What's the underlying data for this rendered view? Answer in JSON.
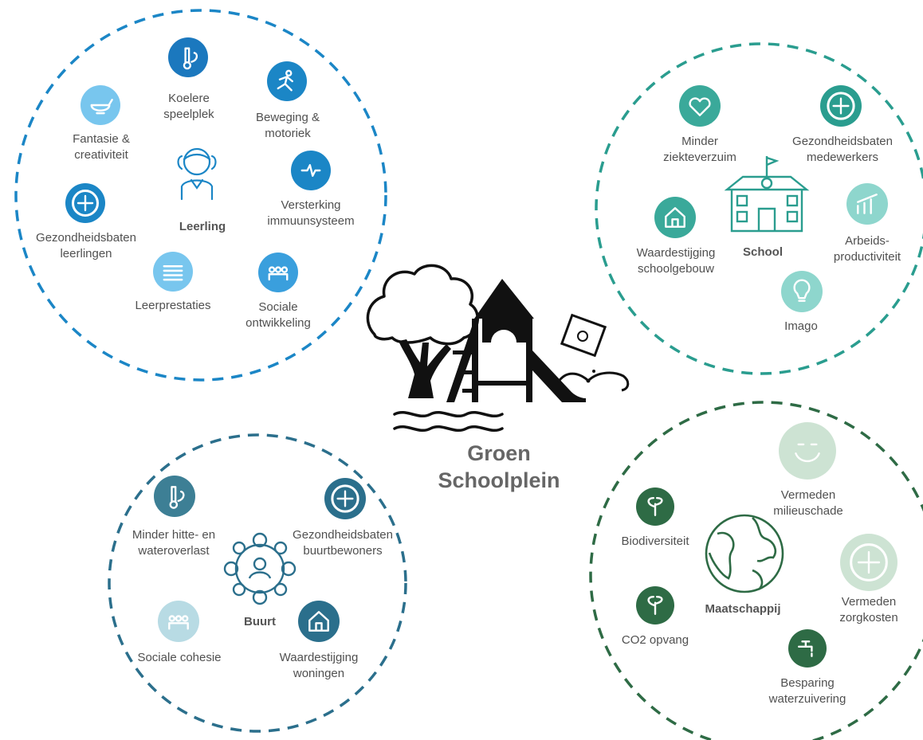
{
  "title": [
    "Groen",
    "Schoolplein"
  ],
  "groups": {
    "leerling": {
      "hub": "Leerling",
      "color": "#1b86c6",
      "items": {
        "koelere": [
          "Koelere",
          "speelplek"
        ],
        "beweging": [
          "Beweging &",
          "motoriek"
        ],
        "fantasie": [
          "Fantasie &",
          "creativiteit"
        ],
        "immuun": [
          "Versterking",
          "immuunsysteem"
        ],
        "gezondheid": [
          "Gezondheidsbaten",
          "leerlingen"
        ],
        "leerprestaties": [
          "Leerprestaties"
        ],
        "sociale": [
          "Sociale",
          "ontwikkeling"
        ]
      }
    },
    "school": {
      "hub": "School",
      "color": "#2a9d8f",
      "items": {
        "minder": [
          "Minder",
          "ziekteverzuim"
        ],
        "gezondheid": [
          "Gezondheidsbaten",
          "medewerkers"
        ],
        "waarde": [
          "Waardestijging",
          "schoolgebouw"
        ],
        "arbeid": [
          "Arbeids-",
          "productiviteit"
        ],
        "imago": [
          "Imago"
        ]
      }
    },
    "buurt": {
      "hub": "Buurt",
      "color": "#2b6f8c",
      "items": {
        "hitte": [
          "Minder hitte- en",
          "wateroverlast"
        ],
        "gezondheid": [
          "Gezondheidsbaten",
          "buurtbewoners"
        ],
        "cohesie": [
          "Sociale cohesie"
        ],
        "woningen": [
          "Waardestijging",
          "woningen"
        ]
      }
    },
    "maatschappij": {
      "hub": "Maatschappij",
      "color": "#2e6b45",
      "items": {
        "milieu": [
          "Vermeden",
          "milieuschade"
        ],
        "bio": [
          "Biodiversiteit"
        ],
        "zorg": [
          "Vermeden",
          "zorgkosten"
        ],
        "co2": [
          "CO2 opvang"
        ],
        "water": [
          "Besparing",
          "waterzuivering"
        ]
      }
    }
  },
  "icons": {
    "koelere": "thermometer-leaf-icon",
    "beweging": "running-person-icon",
    "fantasie": "magic-lamp-icon",
    "immuun": "heart-pulse-icon",
    "gezondheid": "medical-cross-icon",
    "leerprestaties": "stacked-books-icon",
    "sociale": "group-of-people-icon",
    "minder": "handshake-heart-icon",
    "waarde": "house-icon",
    "arbeid": "growth-chart-icon",
    "imago": "lightbulb-icon",
    "cohesie": "network-icon",
    "milieu": "smiling-face-icon",
    "bio": "sprout-icon",
    "zorg": "first-aid-kit-icon",
    "co2": "tree-icon",
    "water": "water-tap-icon"
  }
}
